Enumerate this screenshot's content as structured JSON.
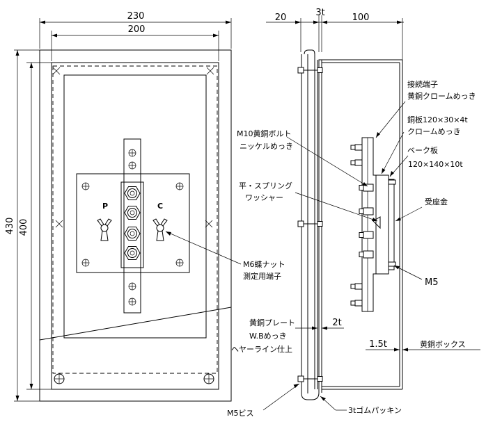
{
  "dimensions": {
    "overall_width": "230",
    "inner_width": "200",
    "overall_height": "430",
    "inner_height": "400",
    "side_left": "20",
    "side_thickness": "3t",
    "side_depth": "100",
    "plate_thickness": "2t",
    "box_thickness": "1.5t"
  },
  "front": {
    "p_label": "P",
    "c_label": "C"
  },
  "callouts": {
    "m10_bolt_line1": "M10黄銅ボルト",
    "m10_bolt_line2": "ニッケルめっき",
    "spring_line1": "平・スプリング",
    "spring_line2": "ワッシャー",
    "m6_nut_line1": "M6蝶ナット",
    "m6_nut_line2": "測定用端子",
    "plate_line1": "黄銅プレート",
    "plate_line2": "W.Bめっき",
    "plate_line3": "ヘヤーライン仕上",
    "m5_screw": "M5ビス",
    "terminal_line1": "接続端子",
    "terminal_line2": "黄銅クロームめっき",
    "copper_line1": "銅板120×30×4t",
    "copper_line2": "クロームめっき",
    "bakelite_line1": "ベーク板",
    "bakelite_line2": "120×140×10t",
    "receiver": "受座金",
    "m5": "M5",
    "brass_box": "黄銅ボックス",
    "gasket": "3tゴムパッキン"
  }
}
